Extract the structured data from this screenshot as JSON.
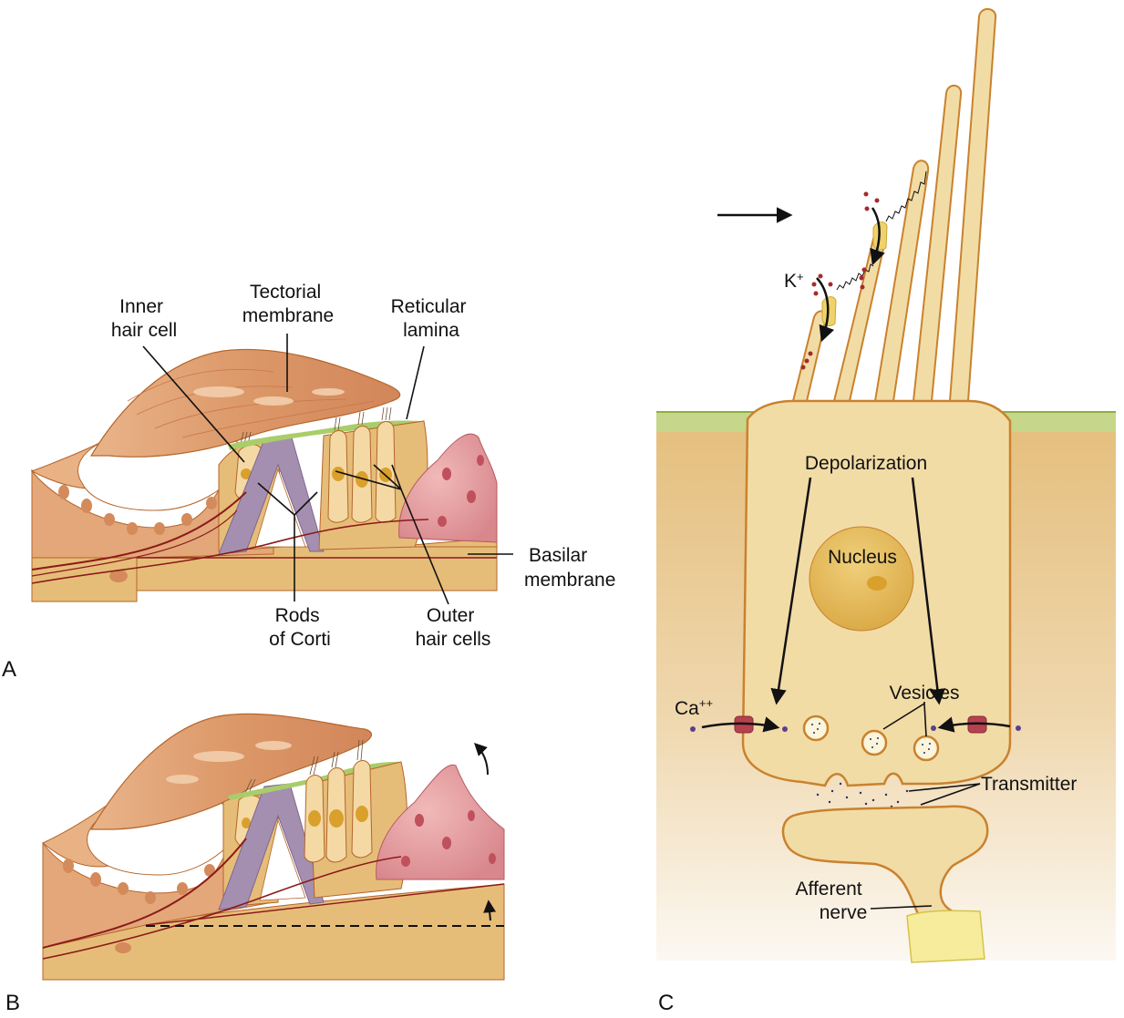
{
  "figure": {
    "panels": [
      {
        "id": "A",
        "letter": "A",
        "labels": {
          "inner_hair_cell": [
            "Inner",
            "hair cell"
          ],
          "tectorial_membrane": [
            "Tectorial",
            "membrane"
          ],
          "reticular_lamina": [
            "Reticular",
            "lamina"
          ],
          "basilar_membrane": [
            "Basilar",
            "membrane"
          ],
          "rods_of_corti": [
            "Rods",
            "of Corti"
          ],
          "outer_hair_cells": [
            "Outer",
            "hair cells"
          ]
        }
      },
      {
        "id": "B",
        "letter": "B",
        "labels": {}
      },
      {
        "id": "C",
        "letter": "C",
        "labels": {
          "potassium": "K",
          "potassium_charge": "+",
          "depolarization": "Depolarization",
          "nucleus": "Nucleus",
          "calcium": "Ca",
          "calcium_charge": "++",
          "vesicles": "Vesicles",
          "transmitter": "Transmitter",
          "afferent_nerve": [
            "Afferent",
            "nerve"
          ]
        }
      }
    ],
    "colors": {
      "tectorial": "#d9956a",
      "tectorial_light": "#f0c9a6",
      "support_cell": "#e3a77a",
      "hair_cell": "#f4d9a4",
      "hair_cell_outline": "#b5652a",
      "rods": "#a58fb0",
      "lamina_green": "#a9cd6a",
      "hensen_pink": "#d88a8f",
      "basilar": "#e6bd78",
      "nerve_red": "#8b1a1a",
      "tissue_top": "#e4be7c",
      "tissue_bottom": "#fbf6ee",
      "cell_fill": "#f2dca6",
      "cell_outline": "#c9822e",
      "nucleus": "#deb04e",
      "channel_red": "#b5424f",
      "channel_yellow": "#efd26b",
      "ion_dot_k": "#a52a2a",
      "ion_dot_ca": "#5a3f8f",
      "nerve_sheath": "#f6ec9c"
    }
  }
}
